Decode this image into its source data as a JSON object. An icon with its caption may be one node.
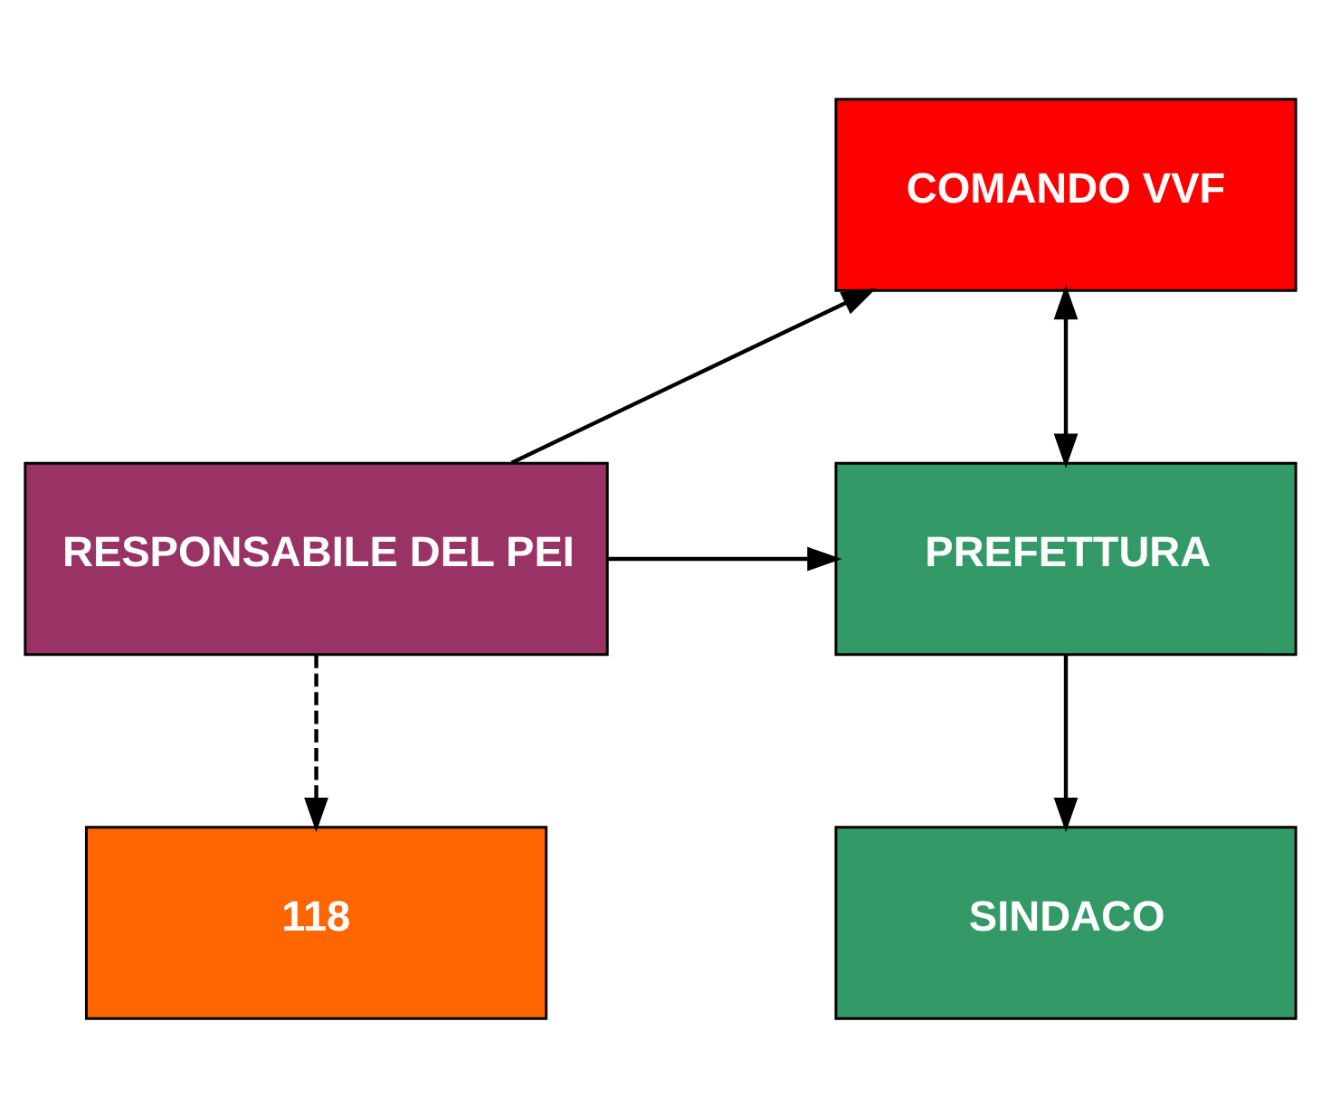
{
  "diagram": {
    "nodes": [
      {
        "text": [
          "COMANDO VVF"
        ]
      },
      {
        "text": [
          "RESPONSABILE DEL PEI"
        ]
      },
      {
        "text": [
          "PREFETTURA"
        ]
      },
      {
        "text": [
          "118"
        ]
      },
      {
        "text": [
          "SINDACO"
        ]
      }
    ],
    "edges": [
      {
        "from": 1,
        "to": 0,
        "arrow": "to"
      },
      {
        "from": 1,
        "to": 2,
        "arrow": "to"
      },
      {
        "from": 0,
        "to": 2,
        "arrow": "both"
      },
      {
        "from": 1,
        "to": 3,
        "arrow": "to",
        "style": "dashed"
      },
      {
        "from": 2,
        "to": 4,
        "arrow": "to"
      }
    ]
  }
}
